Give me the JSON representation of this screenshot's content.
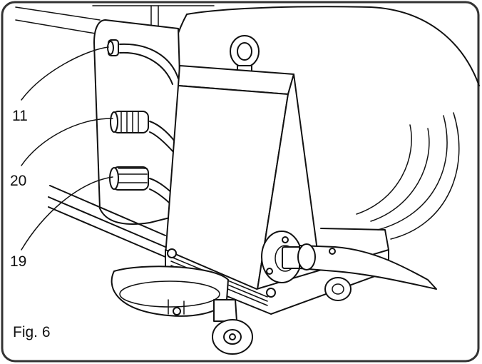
{
  "figure": {
    "caption": "Fig. 6",
    "callouts": [
      {
        "id": "11",
        "label": "11"
      },
      {
        "id": "20",
        "label": "20"
      },
      {
        "id": "19",
        "label": "19"
      }
    ]
  },
  "colors": {
    "line": "#111111",
    "frame": "#333333",
    "background": "#ffffff"
  }
}
